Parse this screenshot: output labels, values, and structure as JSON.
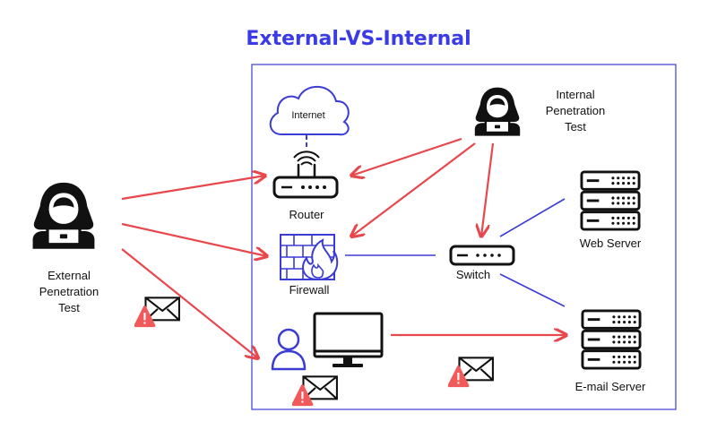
{
  "title": "External-VS-Internal",
  "nodes": {
    "internet": "Internet",
    "router": "Router",
    "firewall": "Firewall",
    "switch": "Switch",
    "web_server": "Web Server",
    "email_server": "E-mail Server",
    "internal_tester": [
      "Internal",
      "Penetration",
      "Test"
    ],
    "external_tester": [
      "External",
      "Penetration",
      "Test"
    ]
  },
  "colors": {
    "title": "#3a3ae6",
    "attack_arrow": "#e8474c",
    "network_link": "#3b3bd6",
    "boundary": "#3b3bd6",
    "warning": "#f05a5a",
    "icon": "#111111"
  }
}
